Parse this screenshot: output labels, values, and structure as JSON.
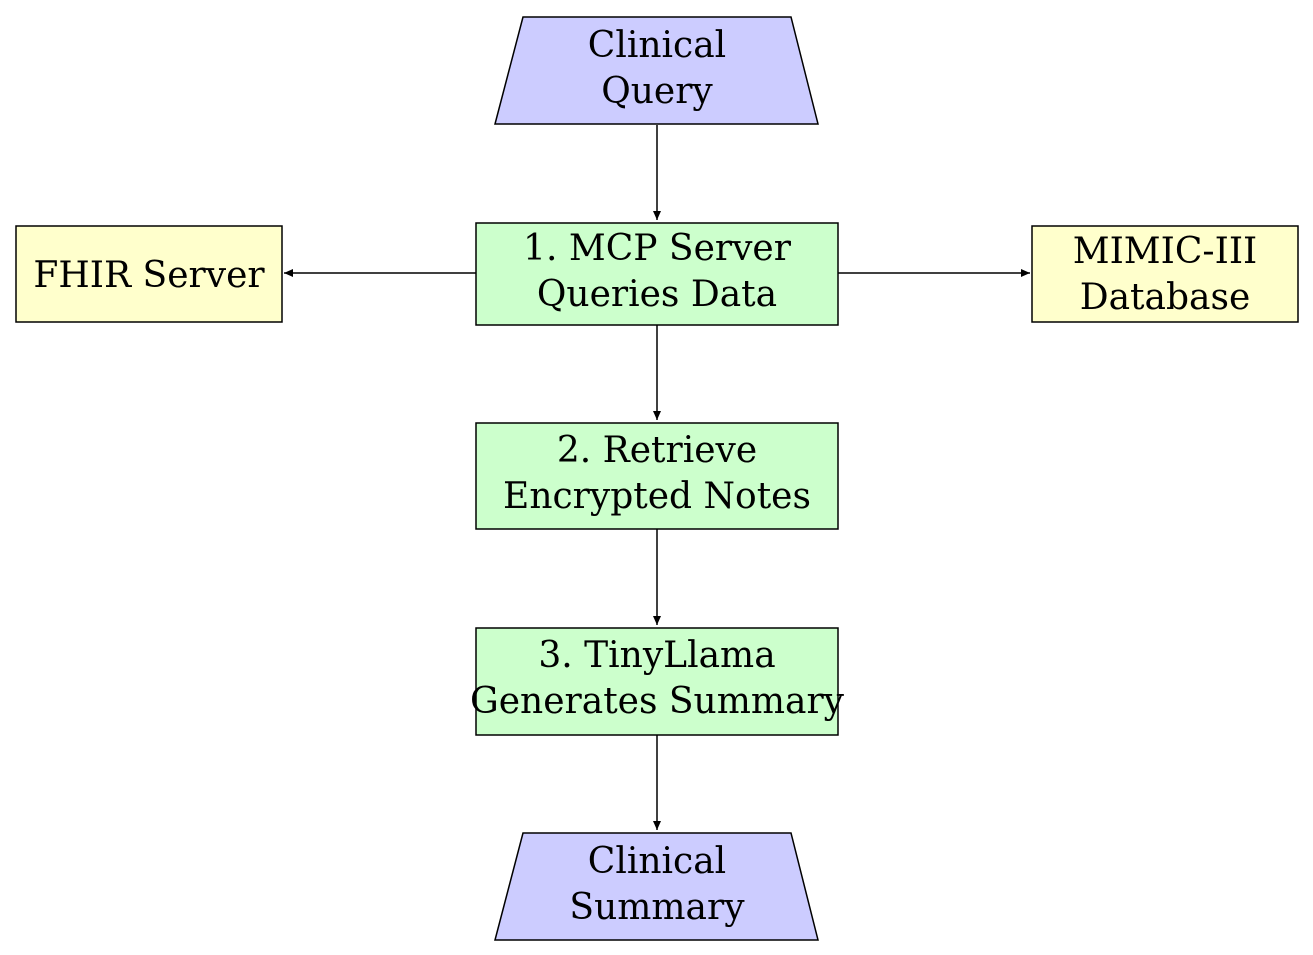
{
  "colors": {
    "io_fill": "#ccccff",
    "process_fill": "#ccffcc",
    "datasource_fill": "#ffffcc",
    "stroke": "#000000"
  },
  "nodes": {
    "clinical_query": {
      "line1": "Clinical",
      "line2": "Query"
    },
    "mcp_server": {
      "line1": "1.  MCP Server",
      "line2": "Queries Data"
    },
    "fhir_server": {
      "line1": "FHIR Server"
    },
    "mimic_db": {
      "line1": "MIMIC-III",
      "line2": "Database"
    },
    "retrieve": {
      "line1": "2.  Retrieve",
      "line2": "Encrypted Notes"
    },
    "tinyllama": {
      "line1": "3.  TinyLlama",
      "line2": "Generates Summary"
    },
    "clinical_summary": {
      "line1": "Clinical",
      "line2": "Summary"
    }
  },
  "edges": [
    {
      "from": "clinical_query",
      "to": "mcp_server"
    },
    {
      "from": "mcp_server",
      "to": "fhir_server"
    },
    {
      "from": "mcp_server",
      "to": "mimic_db"
    },
    {
      "from": "mcp_server",
      "to": "retrieve"
    },
    {
      "from": "retrieve",
      "to": "tinyllama"
    },
    {
      "from": "tinyllama",
      "to": "clinical_summary"
    }
  ]
}
